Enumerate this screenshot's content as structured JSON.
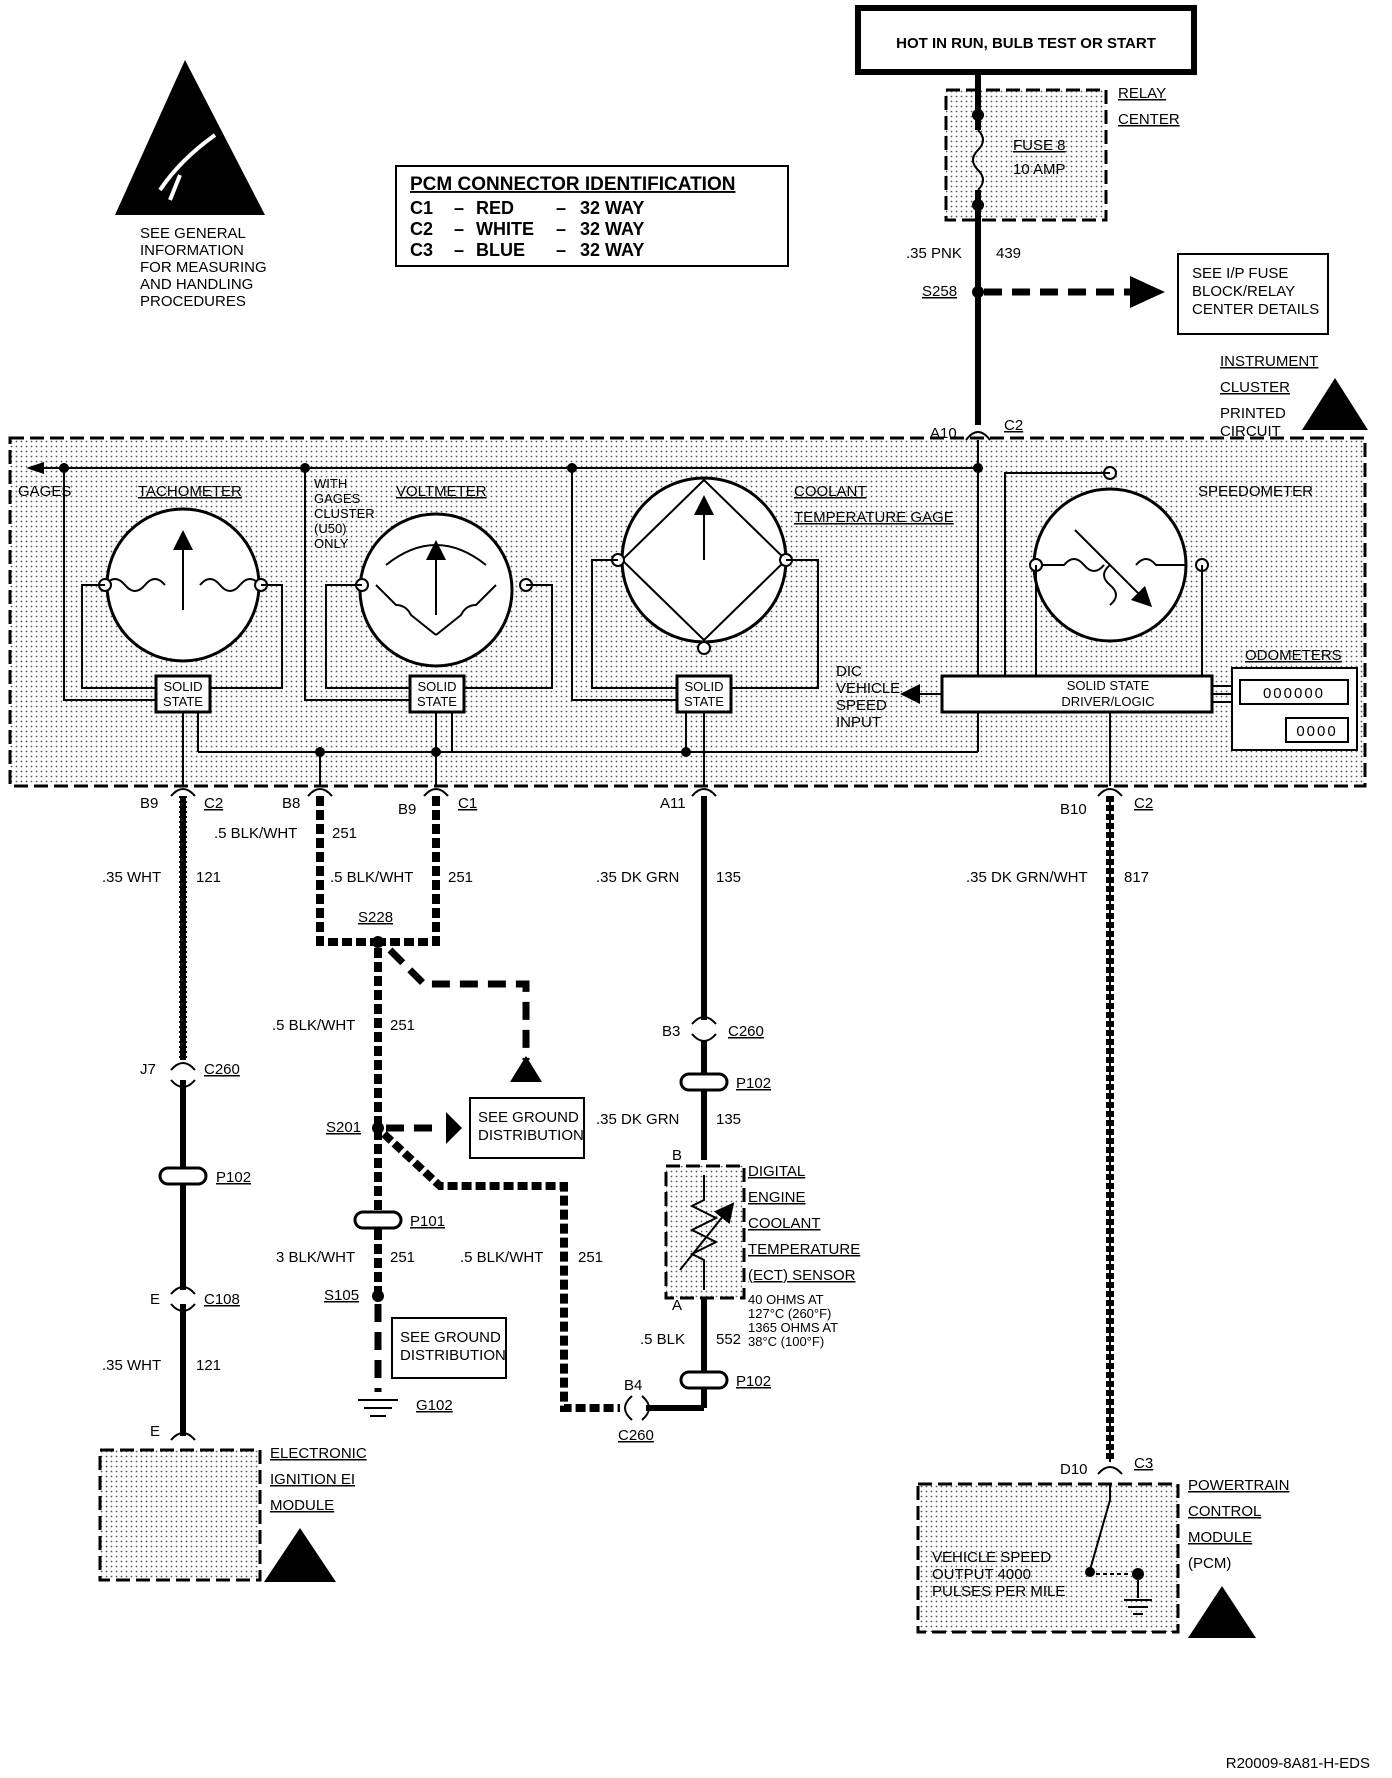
{
  "power": {
    "hot_label": "HOT IN RUN, BULB TEST OR START",
    "relay_center": [
      "RELAY",
      "CENTER"
    ],
    "fuse": "FUSE 8",
    "fuse_amp": "10 AMP",
    "wire_size": ".35 PNK",
    "circuit": "439",
    "splice": "S258",
    "see_details": [
      "SEE I/P FUSE",
      "BLOCK/RELAY",
      "CENTER DETAILS"
    ]
  },
  "esd_note": [
    "SEE GENERAL",
    "INFORMATION",
    "FOR MEASURING",
    "AND HANDLING",
    "PROCEDURES"
  ],
  "pcm_id": {
    "title": "PCM CONNECTOR IDENTIFICATION",
    "rows": [
      {
        "c": "C1",
        "color": "RED",
        "way": "32 WAY"
      },
      {
        "c": "C2",
        "color": "WHITE",
        "way": "32 WAY"
      },
      {
        "c": "C3",
        "color": "BLUE",
        "way": "32 WAY"
      }
    ]
  },
  "cluster": {
    "title": [
      "INSTRUMENT",
      "CLUSTER",
      "PRINTED",
      "CIRCUIT"
    ],
    "pin_a10": "A10",
    "c2_top": "C2",
    "gages": "GAGES",
    "tachometer": "TACHOMETER",
    "with_gages": [
      "WITH",
      "GAGES",
      "CLUSTER",
      "(U50)",
      "ONLY"
    ],
    "voltmeter": "VOLTMETER",
    "coolant": [
      "COOLANT",
      "TEMPERATURE GAGE"
    ],
    "speedometer": "SPEEDOMETER",
    "solid_state": [
      "SOLID",
      "STATE"
    ],
    "dic": [
      "DIC",
      "VEHICLE",
      "SPEED",
      "INPUT"
    ],
    "driver_logic": [
      "SOLID STATE",
      "DRIVER/LOGIC"
    ],
    "odometers": "ODOMETERS",
    "odo1": "000000",
    "odo2": "0000"
  },
  "conn": {
    "b9a": "B9",
    "c2a": "C2",
    "b8": "B8",
    "b9b": "B9",
    "c1": "C1",
    "a11": "A11",
    "b10": "B10",
    "c2b": "C2"
  },
  "wires": {
    "w1_size": ".35 WHT",
    "w1_ckt": "121",
    "w2_size": ".5 BLK/WHT",
    "w2_ckt": "251",
    "w3_size": ".5 BLK/WHT",
    "w3_ckt": "251",
    "s228": "S228",
    "w4_size": ".35 DK GRN",
    "w4_ckt": "135",
    "w5_size": ".35 DK GRN/WHT",
    "w5_ckt": "817",
    "j7": "J7",
    "c260a": "C260",
    "p102a": "P102",
    "e1": "E",
    "c108": "C108",
    "w6_size": ".35 WHT",
    "w6_ckt": "121",
    "e2": "E",
    "w7_size": ".5 BLK/WHT",
    "w7_ckt": "251",
    "s201": "S201",
    "see_ground": [
      "SEE GROUND",
      "DISTRIBUTION"
    ],
    "p101": "P101",
    "w8_size": "3 BLK/WHT",
    "w8_ckt": "251",
    "w9_size": ".5 BLK/WHT",
    "w9_ckt": "251",
    "s105": "S105",
    "see_ground2": [
      "SEE GROUND",
      "DISTRIBUTION"
    ],
    "g102": "G102",
    "b4": "B4",
    "c260c": "C260",
    "b3": "B3",
    "c260b": "C260",
    "p102b": "P102",
    "w10_size": ".35 DK GRN",
    "w10_ckt": "135",
    "pin_b": "B",
    "pin_a": "A",
    "ect": [
      "DIGITAL",
      "ENGINE",
      "COOLANT",
      "TEMPERATURE",
      "(ECT) SENSOR"
    ],
    "ect_spec": [
      "40 OHMS AT",
      "127°C (260°F)",
      "1365 OHMS AT",
      "38°C (100°F)"
    ],
    "w11_size": ".5 BLK",
    "w11_ckt": "552",
    "p102c": "P102"
  },
  "modules": {
    "ei": [
      "ELECTRONIC",
      "IGNITION EI",
      "MODULE"
    ],
    "pcm": [
      "POWERTRAIN",
      "CONTROL",
      "MODULE",
      "(PCM)"
    ],
    "d10": "D10",
    "c3": "C3",
    "vss": [
      "VEHICLE SPEED",
      "OUTPUT 4000",
      "PULSES PER MILE"
    ]
  },
  "footer": "R20009-8A81-H-EDS"
}
